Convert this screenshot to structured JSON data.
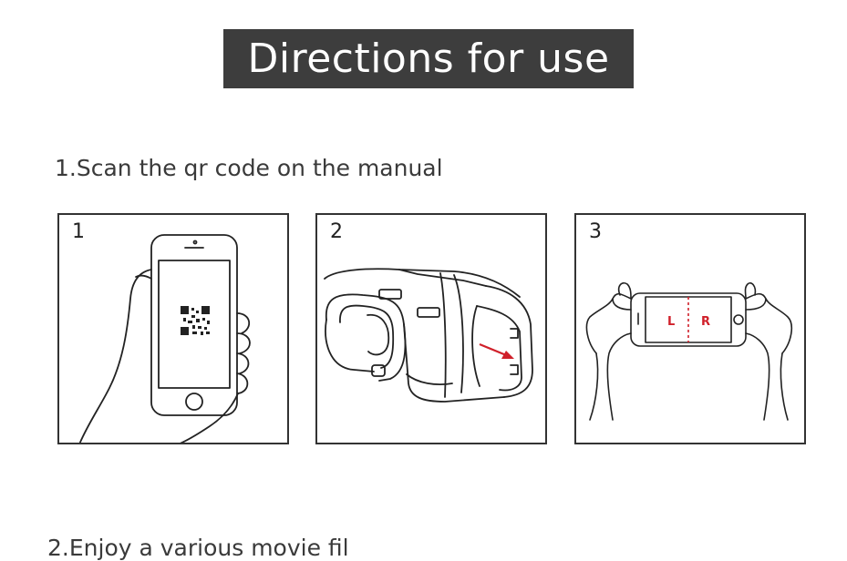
{
  "header": {
    "title": "Directions for use"
  },
  "step1": {
    "text": "1.Scan the qr code on the manual"
  },
  "panels": [
    {
      "number": "1",
      "icon": "hand-holding-phone-qr-icon"
    },
    {
      "number": "2",
      "icon": "vr-headset-insert-phone-icon"
    },
    {
      "number": "3",
      "icon": "hands-holding-phone-lr-icon",
      "left_label": "L",
      "right_label": "R"
    }
  ],
  "step2": {
    "text": "2.Enjoy a various movie fil"
  },
  "colors": {
    "title_bg": "#3d3d3d",
    "accent_red": "#d0202a"
  }
}
